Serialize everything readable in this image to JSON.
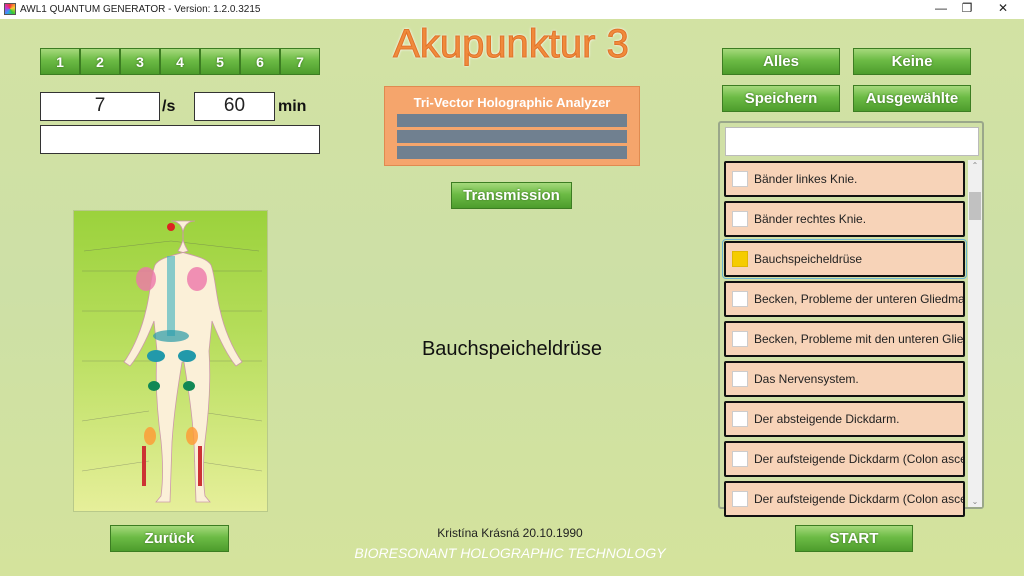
{
  "window": {
    "title": "AWL1 QUANTUM GENERATOR - Version: 1.2.0.3215",
    "minimize": "—",
    "maximize": "❐",
    "close": "✕"
  },
  "program_buttons": [
    "1",
    "2",
    "3",
    "4",
    "5",
    "6",
    "7"
  ],
  "frequency": {
    "value": "7",
    "unit": "/s"
  },
  "duration": {
    "value": "60",
    "unit": "min"
  },
  "info_field": {
    "value": ""
  },
  "title": "Akupunktur 3",
  "analyzer": {
    "title": "Tri-Vector Holographic Analyzer"
  },
  "transmission_label": "Transmission",
  "selected_label": "Bauchspeicheldrüse",
  "back_label": "Zurück",
  "patient": "Kristína Krásná 20.10.1990",
  "tagline": "BIORESONANT HOLOGRAPHIC TECHNOLOGY",
  "right_buttons": {
    "all": "Alles",
    "none": "Keine",
    "save": "Speichern",
    "selected": "Ausgewählte"
  },
  "search": {
    "value": ""
  },
  "list": [
    {
      "label": "Bänder linkes Knie.",
      "checked": false
    },
    {
      "label": "Bänder rechtes Knie.",
      "checked": false
    },
    {
      "label": "Bauchspeicheldrüse",
      "checked": true
    },
    {
      "label": "Becken, Probleme der unteren Gliedmaße",
      "checked": false
    },
    {
      "label": "Becken, Probleme mit den unteren Gliedm",
      "checked": false
    },
    {
      "label": "Das Nervensystem.",
      "checked": false
    },
    {
      "label": "Der absteigende Dickdarm.",
      "checked": false
    },
    {
      "label": "Der aufsteigende Dickdarm (Colon ascend",
      "checked": false
    },
    {
      "label": "Der aufsteigende Dickdarm (Colon ascend",
      "checked": false
    }
  ],
  "start_label": "START"
}
